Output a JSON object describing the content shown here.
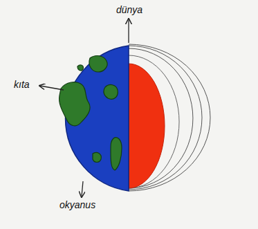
{
  "diagram": {
    "labels": [
      "dünya",
      "kıta",
      "okyanus"
    ]
  }
}
